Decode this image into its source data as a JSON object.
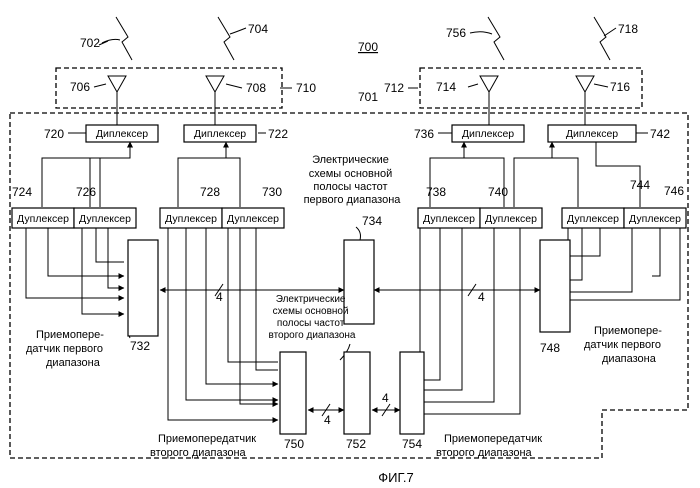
{
  "figure": {
    "ref": "700",
    "caption": "ФИГ.7",
    "board_ref": "701"
  },
  "antennas": {
    "wave_refs": [
      "702",
      "704",
      "756",
      "718"
    ],
    "element_refs": [
      "706",
      "708",
      "714",
      "716"
    ],
    "group_refs": [
      "710",
      "712"
    ]
  },
  "diplexers": {
    "label": "Диплексер",
    "refs": [
      "720",
      "722",
      "736",
      "742"
    ]
  },
  "duplexers": {
    "label": "Дуплексер",
    "refs": [
      "724",
      "726",
      "728",
      "730",
      "738",
      "740",
      "744",
      "746"
    ]
  },
  "baseband_first": {
    "ref": "734",
    "lines": [
      "Электрические",
      "схемы основной",
      "полосы частот",
      "первого диапазона"
    ]
  },
  "baseband_second": {
    "ref": "752",
    "lines": [
      "Электрические",
      "схемы основной",
      "полосы частот",
      "второго диапазона"
    ]
  },
  "transceiver_first_left": {
    "ref": "732",
    "lines": [
      "Приемопере-",
      "датчик первого",
      "диапазона"
    ]
  },
  "transceiver_first_right": {
    "ref": "748",
    "lines": [
      "Приемопере-",
      "датчик первого",
      "диапазона"
    ]
  },
  "transceiver_second_left": {
    "ref": "750",
    "lines": [
      "Приемопередатчик",
      "второго диапазона"
    ]
  },
  "transceiver_second_right": {
    "ref": "754",
    "lines": [
      "Приемопередатчик",
      "второго диапазона"
    ]
  },
  "bus_width": "4"
}
